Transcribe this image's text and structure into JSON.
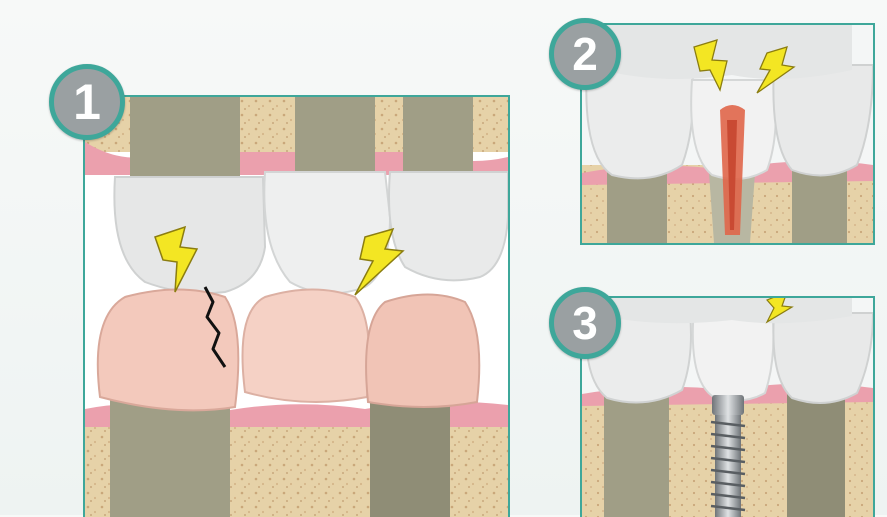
{
  "illustration": {
    "panels": [
      {
        "number": "1",
        "content": "cracked-tooth"
      },
      {
        "number": "2",
        "content": "infected-tooth-pulp"
      },
      {
        "number": "3",
        "content": "dental-implant"
      }
    ]
  },
  "colors": {
    "frame": "#3ea79a",
    "badge_fill": "#9aa0a2",
    "badge_text": "#ffffff",
    "bone": "#e6d2a8",
    "gum": "#eba0ad",
    "root": "#a09e86",
    "crown": "#e9eaea",
    "lower_crown": "#f3c9bc",
    "lightning": "#f3e623",
    "pulp": "#e0664a",
    "implant": "#a5aaae"
  }
}
